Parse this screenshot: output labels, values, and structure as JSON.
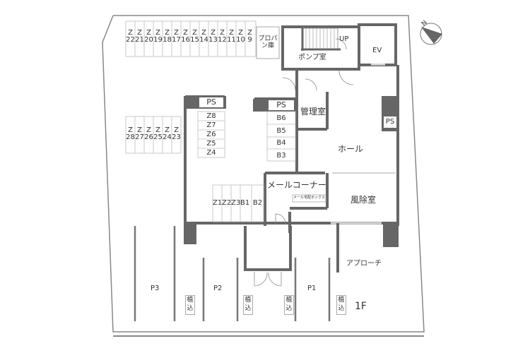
{
  "floor_label": "1F",
  "compass": {
    "north_label": "N"
  },
  "rooms": {
    "pump_room": "ポンプ室",
    "stairs_up": "UP",
    "elevator": "EV",
    "management_room": "管理室",
    "hall": "ホール",
    "mail_corner": "メールコーナー",
    "delivery_box": "メール宅配ボックス",
    "windbreak_room": "風除室",
    "approach": "アプローチ",
    "propane_storage": "プロパン庫"
  },
  "ps_labels": [
    "PS",
    "PS",
    "PS"
  ],
  "bike_top": [
    "Z22",
    "Z21",
    "Z20",
    "Z19",
    "Z18",
    "Z17",
    "Z16",
    "Z15",
    "Z14",
    "Z13",
    "Z12",
    "Z11",
    "Z10",
    "Z9"
  ],
  "bike_left": [
    "Z28",
    "Z27",
    "Z26",
    "Z25",
    "Z24",
    "Z23"
  ],
  "bike_stack_z": [
    "Z8",
    "Z7",
    "Z6",
    "Z5",
    "Z4"
  ],
  "bike_stack_b": [
    "B6",
    "B5",
    "B4",
    "B3"
  ],
  "bike_bottom": [
    "Z1",
    "Z2",
    "Z3",
    "B1",
    "B2"
  ],
  "parking": [
    "P3",
    "P2",
    "P1"
  ],
  "planting": [
    "植込",
    "植込",
    "植込",
    "植込"
  ]
}
